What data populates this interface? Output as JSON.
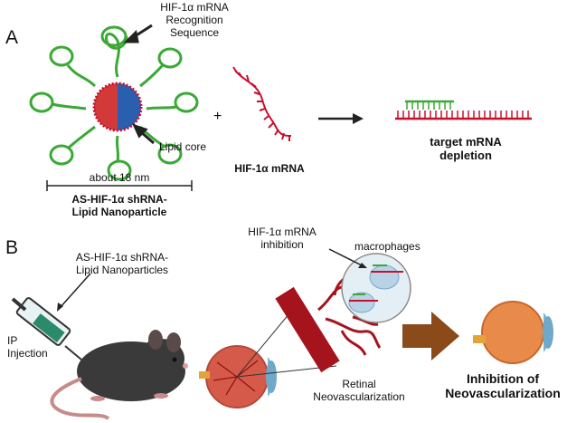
{
  "panel_a": {
    "letter": "A",
    "recognition_label": [
      "HIF-1α mRNA",
      "Recognition",
      "Sequence"
    ],
    "lipid_core_label": "Lipid core",
    "size_label": "about 18 nm",
    "nanoparticle_label": [
      "AS-HIF-1α shRNA-",
      "Lipid Nanoparticle"
    ],
    "plus": "+",
    "mrna_label": "HIF-1α mRNA",
    "result_label": [
      "target mRNA",
      "depletion"
    ]
  },
  "panel_b": {
    "letter": "B",
    "nanoparticles_label": [
      "AS-HIF-1α shRNA-",
      "Lipid Nanoparticles"
    ],
    "injection_label": [
      "IP",
      "Injection"
    ],
    "inhibition_label": [
      "HIF-1α mRNA",
      "inhibition"
    ],
    "macrophages_label": "macrophages",
    "retinal_label": [
      "Retinal",
      "Neovascularization"
    ],
    "outcome_label": [
      "Inhibition of",
      "Neovascularization"
    ]
  },
  "colors": {
    "dna_green": "#3aa935",
    "mrna_red": "#c8102e",
    "core_blue": "#2a5fb0",
    "core_red": "#d23a3a",
    "vessel_red": "#a5141d",
    "mouse": "#3a3a3a",
    "arrow_brown": "#8a4a1a"
  }
}
